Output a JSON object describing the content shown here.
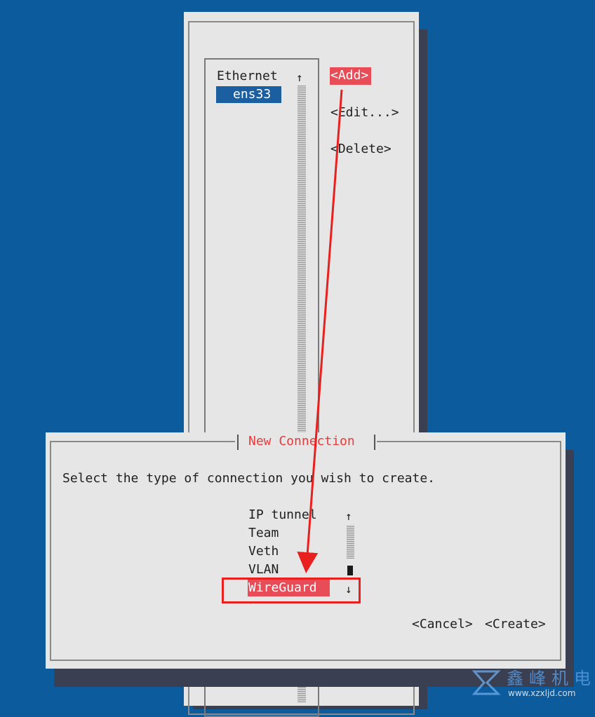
{
  "connections_list": {
    "header": "Ethernet",
    "items": [
      "ens33"
    ],
    "scroll_up_arrow": "↑"
  },
  "actions": {
    "add": "<Add>",
    "edit": "<Edit...>",
    "delete": "<Delete>"
  },
  "dialog": {
    "title": "New Connection",
    "prompt": "Select the type of connection you wish to create.",
    "types": [
      "IP tunnel",
      "Team",
      "Veth",
      "VLAN",
      "WireGuard"
    ],
    "selected_type": "WireGuard",
    "scroll_up_arrow": "↑",
    "scroll_down_arrow": "↓",
    "cancel": "<Cancel>",
    "create": "<Create>"
  },
  "watermark": {
    "text": "鑫峰机电",
    "url": "www.xzxljd.com"
  },
  "colors": {
    "background": "#0c5b9c",
    "panel": "#e6e6e6",
    "highlight_red": "#e74c57",
    "highlight_blue": "#1c5fa0",
    "annotation": "#e8211f"
  }
}
